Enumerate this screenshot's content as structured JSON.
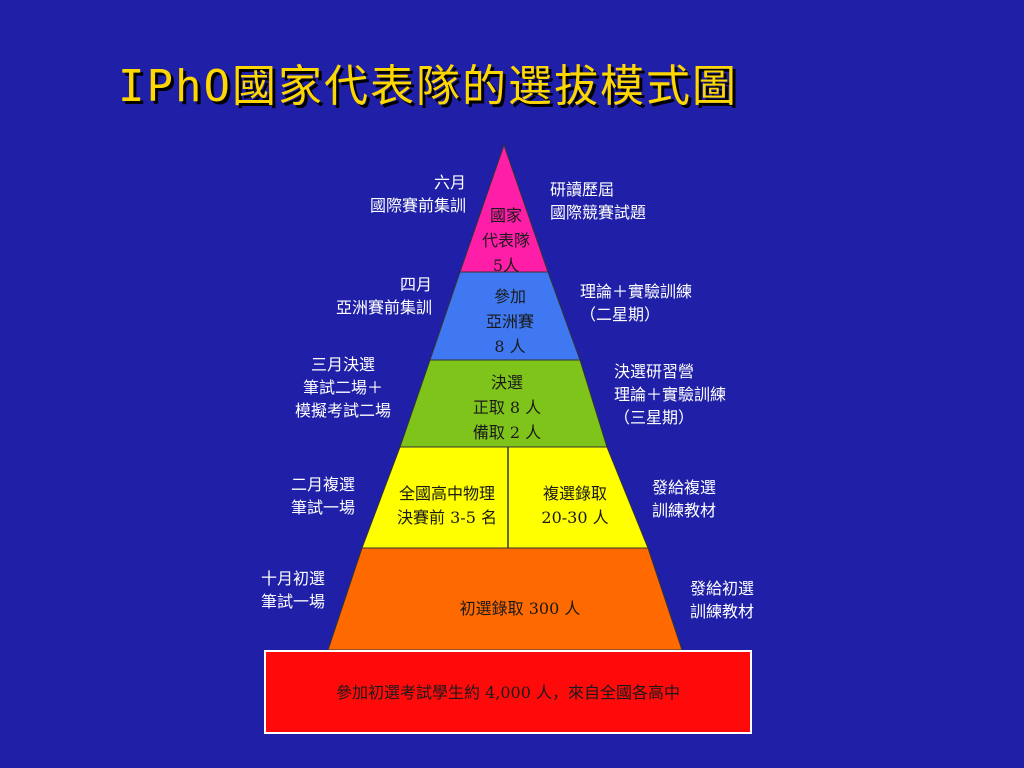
{
  "title": "IPhO國家代表隊的選拔模式圖",
  "colors": {
    "background": "#1f1fa8",
    "title": "#ffd700",
    "tier_national": "#ff1ea8",
    "tier_asian": "#3f78f0",
    "tier_final": "#7fc41a",
    "tier_semifinal": "#ffff00",
    "tier_preliminary": "#ff6a00",
    "base": "#ff0a0a"
  },
  "tiers": {
    "national": {
      "lines": [
        "國家",
        "代表隊",
        "5人"
      ]
    },
    "asian": {
      "lines": [
        "參加",
        "亞洲賽",
        "8 人"
      ]
    },
    "final": {
      "lines": [
        "決選",
        "正取 8 人",
        "備取 2 人"
      ]
    },
    "semifinal_left": {
      "lines": [
        "全國高中物理",
        "決賽前 3-5 名"
      ]
    },
    "semifinal_right": {
      "lines": [
        "複選錄取",
        "20-30 人"
      ]
    },
    "preliminary": {
      "lines": [
        "初選錄取 300 人"
      ]
    },
    "base": {
      "lines": [
        "參加初選考試學生約 4,000 人，來自全國各高中"
      ]
    }
  },
  "left_labels": {
    "national": [
      "六月",
      "國際賽前集訓"
    ],
    "asian": [
      "四月",
      "亞洲賽前集訓"
    ],
    "final": [
      "三月決選",
      "筆試二場＋",
      "模擬考試二場"
    ],
    "semifinal": [
      "二月複選",
      "筆試一場"
    ],
    "preliminary": [
      "十月初選",
      "筆試一場"
    ]
  },
  "right_labels": {
    "national": [
      "研讀歷屆",
      "國際競賽試題"
    ],
    "asian": [
      "理論＋實驗訓練",
      "（二星期）"
    ],
    "final": [
      "決選研習營",
      "理論＋實驗訓練",
      "（三星期）"
    ],
    "semifinal": [
      "發給複選",
      "訓練教材"
    ],
    "preliminary": [
      "發給初選",
      "訓練教材"
    ]
  }
}
